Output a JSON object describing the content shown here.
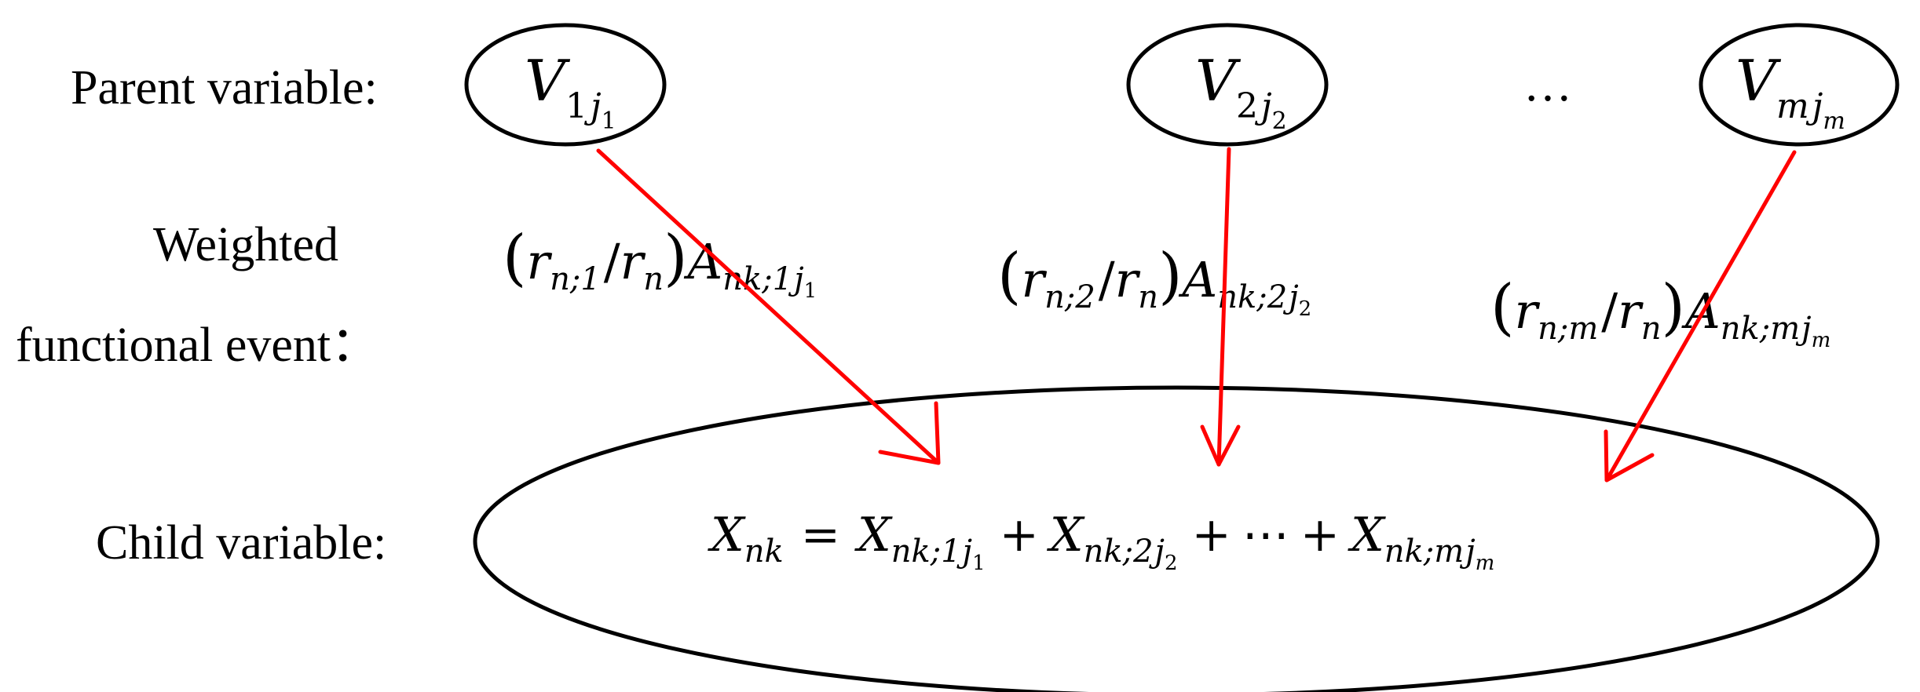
{
  "labels": {
    "parent": "Parent variable:",
    "weighted_line1": "Weighted",
    "weighted_line2": "functional event：",
    "child": "Child variable:"
  },
  "parents": [
    {
      "base": "V",
      "sub": "1",
      "subsub_base": "j",
      "subsub_idx": "1"
    },
    {
      "base": "V",
      "sub": "2",
      "subsub_base": "j",
      "subsub_idx": "2"
    },
    {
      "base": "V",
      "sub": "m",
      "subsub_base": "j",
      "subsub_idx": "m"
    }
  ],
  "ellipsis": "…",
  "weights": [
    {
      "r_idx": "n;1",
      "r": "r",
      "r_sub": "n",
      "A": "A",
      "A_sub": "nk;1",
      "A_j": "j",
      "A_j_idx": "1"
    },
    {
      "r_idx": "n;2",
      "r": "r",
      "r_sub": "n",
      "A": "A",
      "A_sub": "nk;2",
      "A_j": "j",
      "A_j_idx": "2"
    },
    {
      "r_idx": "n;m",
      "r": "r",
      "r_sub": "n",
      "A": "A",
      "A_sub": "nk;m",
      "A_j": "j",
      "A_j_idx": "m"
    }
  ],
  "child_equation": {
    "lhs": "X",
    "lhs_sub": "nk",
    "eq": "=",
    "terms": [
      {
        "base": "X",
        "sub": "nk;1",
        "j": "j",
        "j_idx": "1"
      },
      {
        "base": "X",
        "sub": "nk;2",
        "j": "j",
        "j_idx": "2"
      },
      {
        "base": "X",
        "sub": "nk;m",
        "j": "j",
        "j_idx": "m"
      }
    ],
    "plus": "+",
    "dots": "⋯"
  },
  "colors": {
    "arrow": "#ff0000",
    "stroke": "#000000"
  }
}
